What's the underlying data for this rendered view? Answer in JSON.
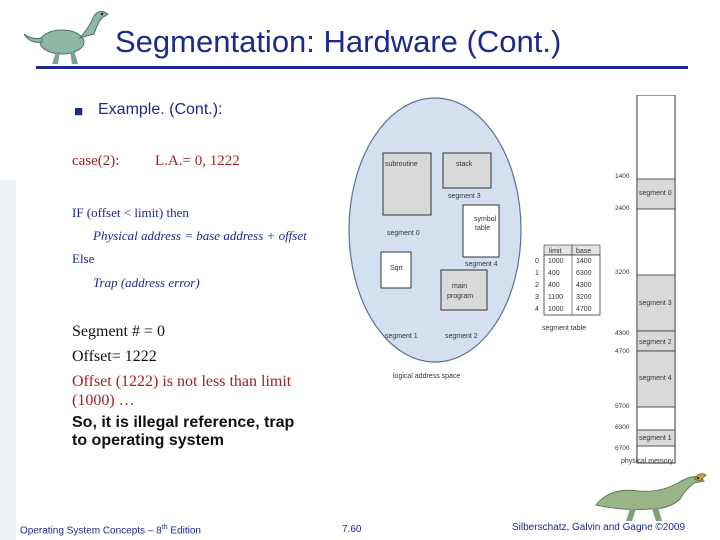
{
  "title": "Segmentation: Hardware (Cont.)",
  "bullet": "Example. (Cont.):",
  "case_label": "case(2):",
  "la_label": "L.A.= 0, 1222",
  "code": {
    "if_line": "IF (offset < limit) then",
    "phys_line": "Physical address = base address + offset",
    "else_line": "Else",
    "trap_line": "Trap (address error)"
  },
  "calc": {
    "seg_line": "Segment # = 0",
    "offset_line": "Offset= 1222",
    "notless_line1": "Offset (1222) is not less than limit",
    "notless_line2": "(1000) …",
    "illegal_line1": "So, it is illegal reference, trap",
    "illegal_line2": "to operating system"
  },
  "logical_space": {
    "caption": "logical address space",
    "segments": {
      "subroutine": "subroutine",
      "stack": "stack",
      "segment3": "segment 3",
      "segment0": "segment 0",
      "symbol_table_line1": "symbol",
      "symbol_table_line2": "table",
      "sqrt": "Sqrt",
      "segment4": "segment 4",
      "main_line1": "main",
      "main_line2": "program",
      "segment1": "segment 1",
      "segment2": "segment 2"
    }
  },
  "segment_table": {
    "caption": "segment table",
    "headers": [
      "limit",
      "base"
    ],
    "rows": [
      {
        "index": "0",
        "limit": "1000",
        "base": "1400"
      },
      {
        "index": "1",
        "limit": "400",
        "base": "6300"
      },
      {
        "index": "2",
        "limit": "400",
        "base": "4300"
      },
      {
        "index": "3",
        "limit": "1100",
        "base": "3200"
      },
      {
        "index": "4",
        "limit": "1000",
        "base": "4700"
      }
    ]
  },
  "physical_memory": {
    "caption": "physical memory",
    "addresses": [
      "1400",
      "2400",
      "3200",
      "4300",
      "4700",
      "5700",
      "6300",
      "6700"
    ],
    "segment_labels": [
      "segment 0",
      "segment 3",
      "segment 2",
      "segment 4",
      "segment 1"
    ]
  },
  "footer": {
    "left_prefix": "Operating System Concepts – 8",
    "left_sup": "th",
    "left_suffix": " Edition",
    "page": "7.60",
    "right": "Silberschatz, Galvin and Gagne ©2009"
  },
  "colors": {
    "title": "#1b2a8c",
    "highlight": "#a42020",
    "logical_fill": "#d4dff0",
    "segment_fill": "#d9d9d9"
  },
  "icons": [
    "dinosaur-logo-top",
    "dinosaur-logo-bottom"
  ]
}
